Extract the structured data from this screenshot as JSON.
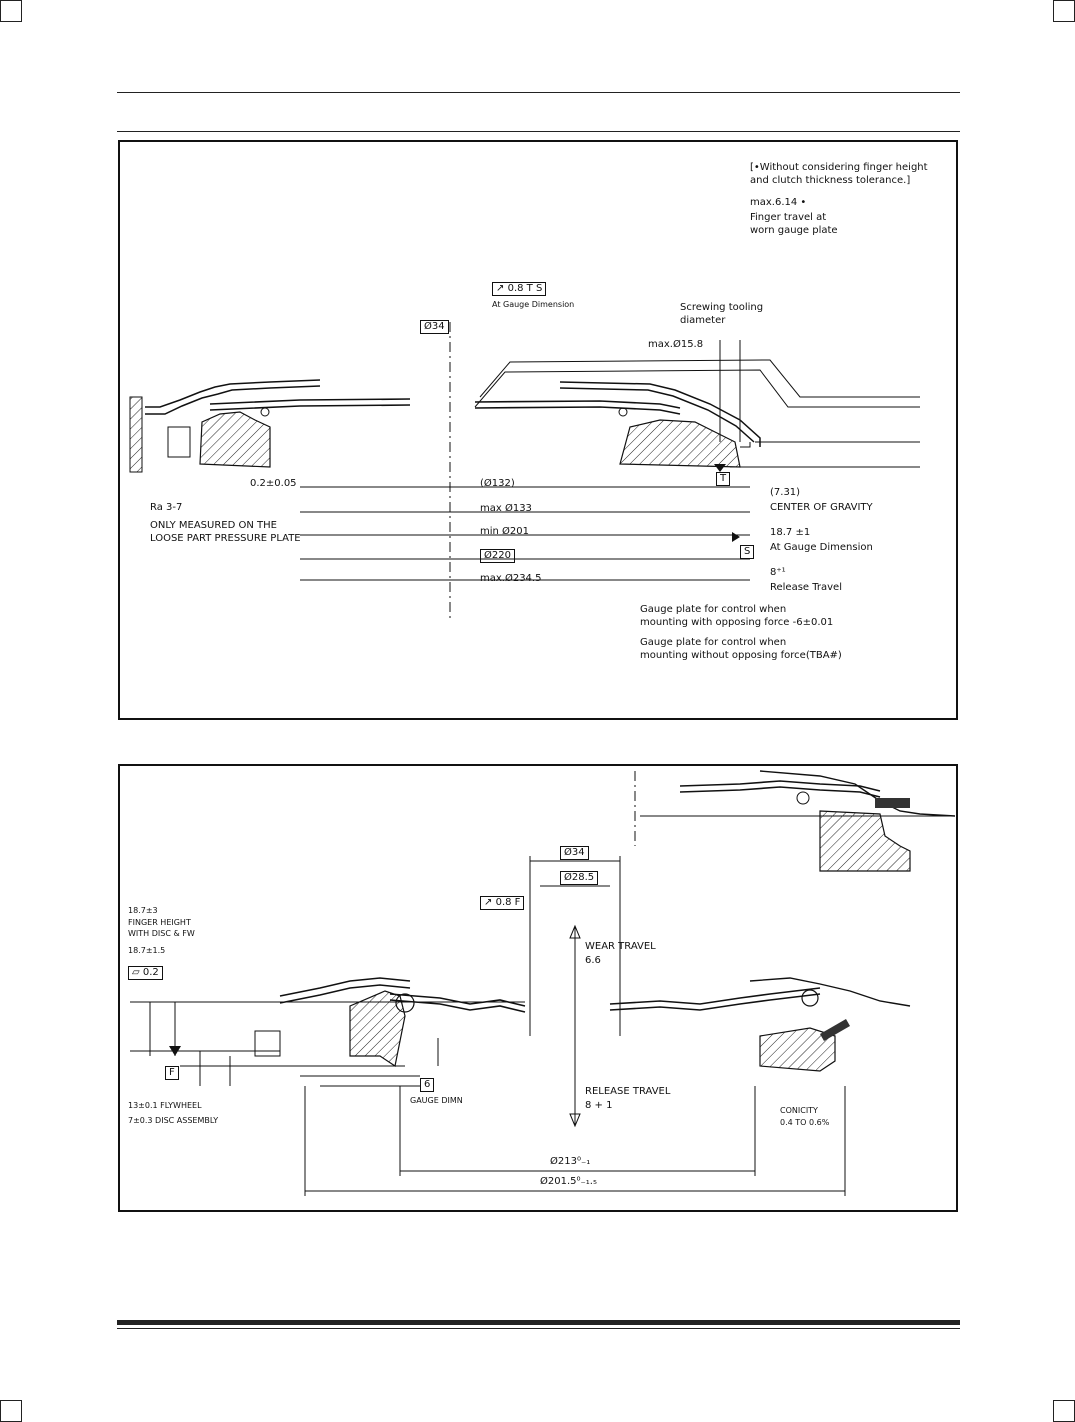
{
  "top_drawing": {
    "roughness": "Ra 3-7",
    "measure_note_1": "ONLY MEASURED ON THE",
    "measure_note_2": "LOOSE PART PRESSURE PLATE",
    "flatness": "0.2±0.05",
    "dia_max_234": "max.Ø234.5",
    "dia_220": "Ø220",
    "dia_min_201": "min Ø201",
    "dia_max_133": "max Ø133",
    "dia_132": "(Ø132)",
    "dia_34": "Ø34",
    "runout_value": "0.8",
    "runout_ref_t": "T",
    "runout_ref_s": "S",
    "at_gauge_small": "At Gauge Dimension",
    "datum_t": "T",
    "datum_s": "S",
    "max_dia_15_8": "max.Ø15.8",
    "screwing_1": "Screwing tooling",
    "screwing_2": "diameter",
    "gauge_opp_1": "Gauge plate for control when",
    "gauge_opp_2": "mounting with opposing force -6±0.01",
    "gauge_noopp_1": "Gauge plate for control when",
    "gauge_noopp_2": "mounting without opposing force(TBA#)",
    "cog_value": "(7.31)",
    "cog_label": "CENTER OF GRAVITY",
    "gauge_dim_value": "18.7 ±1",
    "gauge_dim_label": "At Gauge Dimension",
    "release_value": "8⁺¹",
    "release_label": "Release Travel",
    "without_note_1": "[•Without considering finger height",
    "without_note_2": "and clutch thickness tolerance.]",
    "finger_max": "max.6.14 •",
    "finger_travel_1": "Finger travel at",
    "finger_travel_2": "worn gauge plate"
  },
  "bottom_drawing": {
    "parallel_value": "0.2",
    "finger_height_value": "18.7±3",
    "finger_height_label_1": "FINGER HEIGHT",
    "finger_height_label_2": "WITH DISC & FW",
    "height_18_7": "18.7±1.5",
    "datum_f": "F",
    "flywheel": "13±0.1 FLYWHEEL",
    "disc_assembly": "7±0.3 DISC ASSEMBLY",
    "gauge_dimn_value": "6",
    "gauge_dimn_label": "GAUGE DIMN",
    "runout_value": "0.8",
    "runout_ref": "F",
    "wear_travel_label": "WEAR TRAVEL",
    "wear_travel_value": "6.6",
    "release_travel_label": "RELEASE TRAVEL",
    "release_travel_value": "8 + 1",
    "dia_34": "Ø34",
    "dia_28_5": "Ø28.5",
    "dia_213": "Ø213⁰₋₁",
    "dia_201_5": "Ø201.5⁰₋₁.₅",
    "conicity_label": "CONICITY",
    "conicity_value": "0.4 TO 0.6%"
  }
}
